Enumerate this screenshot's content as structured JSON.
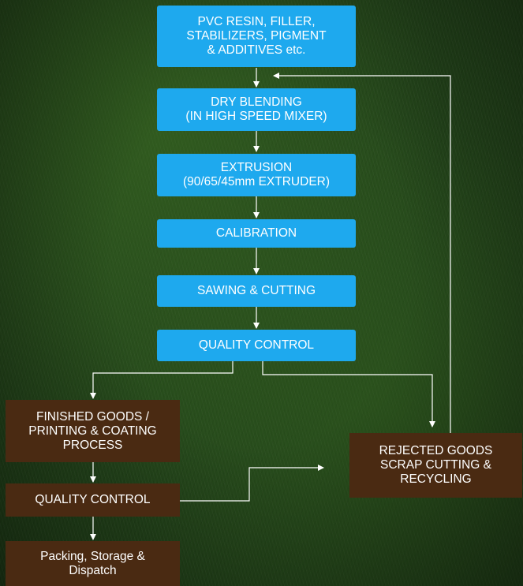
{
  "colors": {
    "process_box": "#1ea9ee",
    "output_box": "#4a2a12",
    "connector": "#ffffff",
    "background": "#24461b"
  },
  "steps": {
    "raw_materials": "PVC RESIN, FILLER,\nSTABILIZERS, PIGMENT\n& ADDITIVES etc.",
    "dry_blending": "DRY BLENDING\n(IN HIGH SPEED MIXER)",
    "extrusion": "EXTRUSION\n(90/65/45mm EXTRUDER)",
    "calibration": "CALIBRATION",
    "sawing_cutting": "SAWING & CUTTING",
    "quality_control_1": "QUALITY CONTROL",
    "finished_goods": "FINISHED GOODS /\nPRINTING & COATING\nPROCESS",
    "quality_control_2": "QUALITY CONTROL",
    "packing": "Packing, Storage &\nDispatch",
    "rejected_goods": "REJECTED GOODS\nSCRAP CUTTING &\nRECYCLING"
  }
}
